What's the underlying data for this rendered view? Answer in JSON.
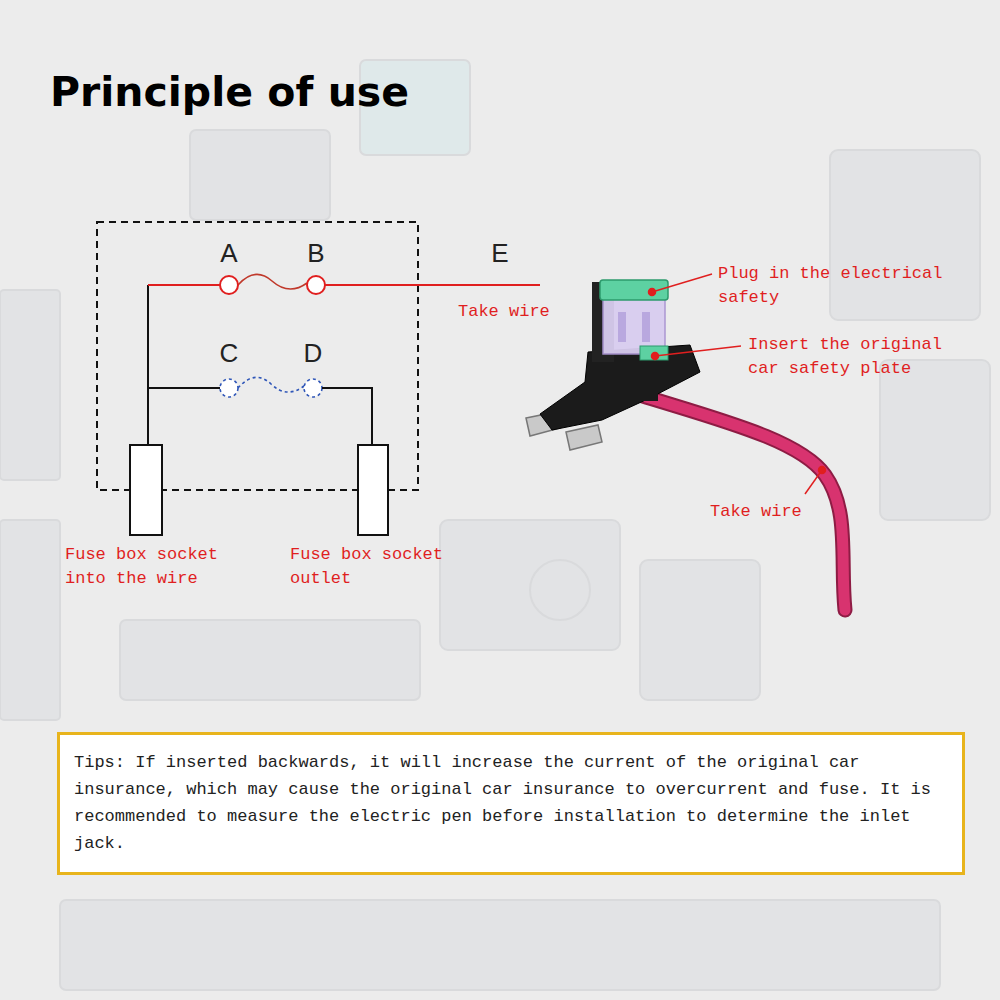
{
  "diagram": {
    "title": "Principle of use",
    "nodes": [
      {
        "text": [
          "Tips: If inserted backwards, it will increase the current of the original car insurance, which may cause the original car insurance to overcurrent and fuse. It is recommended to measure the electric pen before installation to determine the inlet jack."
        ]
      }
    ],
    "labels": [
      "A",
      "B",
      "C",
      "D",
      "E",
      "Take wire",
      "Plug in the electrical safety",
      "Insert the original car safety plate",
      "Take wire",
      "Fuse box socket into the wire",
      "Fuse box socket outlet"
    ]
  }
}
